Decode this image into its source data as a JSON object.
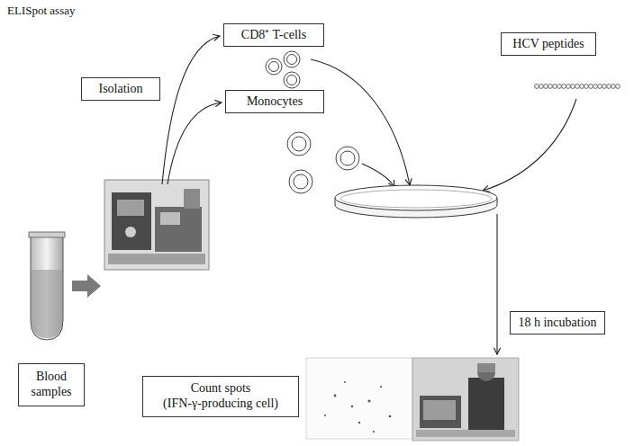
{
  "diagram": {
    "title": "ELISpot assay",
    "nodes": [
      {
        "text": [
          "CD8⁺ T-cells"
        ]
      },
      {
        "text": [
          "HCV peptides"
        ]
      },
      {
        "text": [
          "Isolation"
        ]
      },
      {
        "text": [
          "Monocytes"
        ]
      },
      {
        "text": [
          "18 h incubation"
        ]
      },
      {
        "text": [
          "Blood samples"
        ]
      },
      {
        "text": [
          "Count spots (IFN-γ-producing cell)"
        ]
      }
    ]
  }
}
